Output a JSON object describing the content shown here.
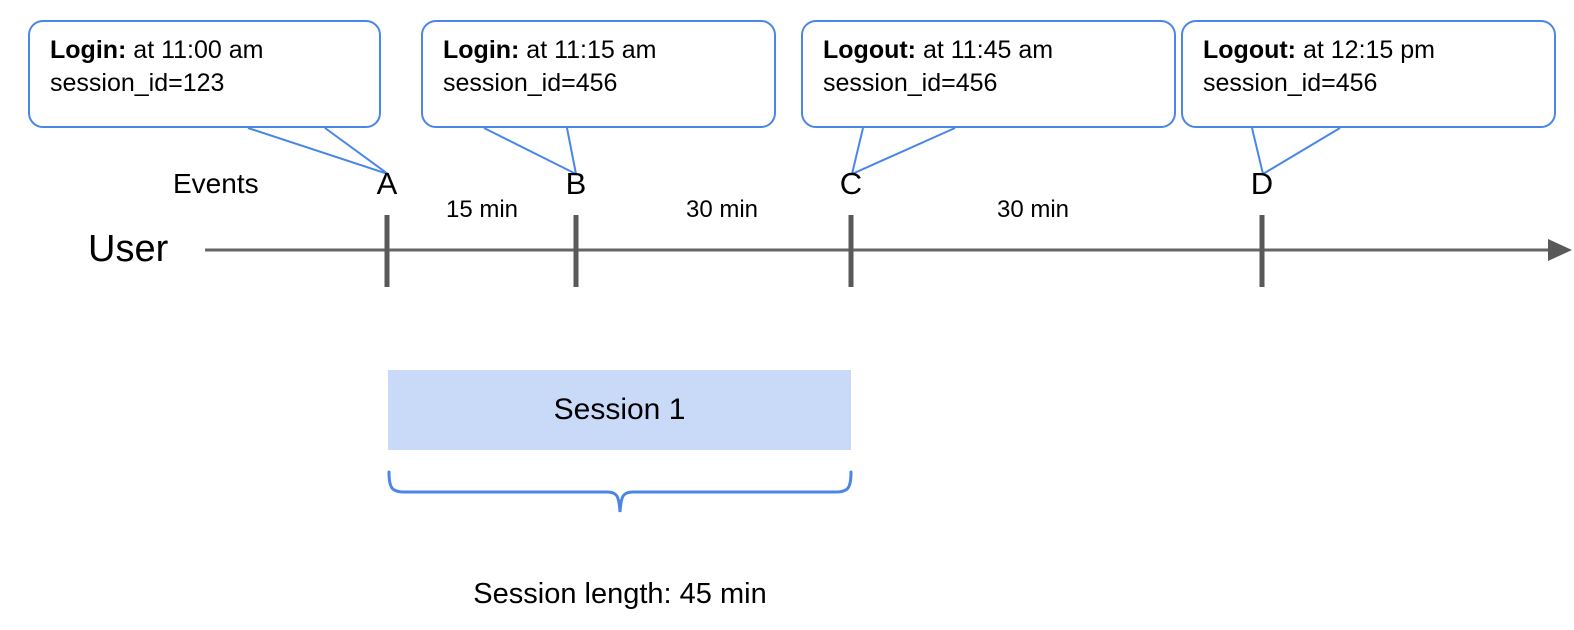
{
  "diagram": {
    "type": "timeline",
    "title_caption": "Session length: 45 min",
    "lane_labels": {
      "events": "Events",
      "user": "User"
    },
    "colors": {
      "callout_border": "#4a86e8",
      "brace": "#4a86e8",
      "session_fill": "#c9daf8",
      "axis_line": "#666666",
      "tick": "#595959",
      "text": "#000000"
    },
    "events": [
      {
        "tick": "A",
        "action": "Login:",
        "time": " at 11:00 am",
        "session_field": "session_id=123"
      },
      {
        "tick": "B",
        "action": "Login:",
        "time": " at 11:15 am",
        "session_field": "session_id=456"
      },
      {
        "tick": "C",
        "action": "Logout:",
        "time": " at 11:45 am",
        "session_field": "session_id=456"
      },
      {
        "tick": "D",
        "action": "Logout:",
        "time": " at 12:15 pm",
        "session_field": "session_id=456"
      }
    ],
    "intervals": [
      {
        "from": "A",
        "to": "B",
        "label": "15 min"
      },
      {
        "from": "B",
        "to": "C",
        "label": "30 min"
      },
      {
        "from": "C",
        "to": "D",
        "label": "30 min"
      }
    ],
    "session": {
      "label": "Session 1",
      "spans_from": "A",
      "spans_to": "C",
      "length_label": "Session length: 45 min"
    }
  }
}
